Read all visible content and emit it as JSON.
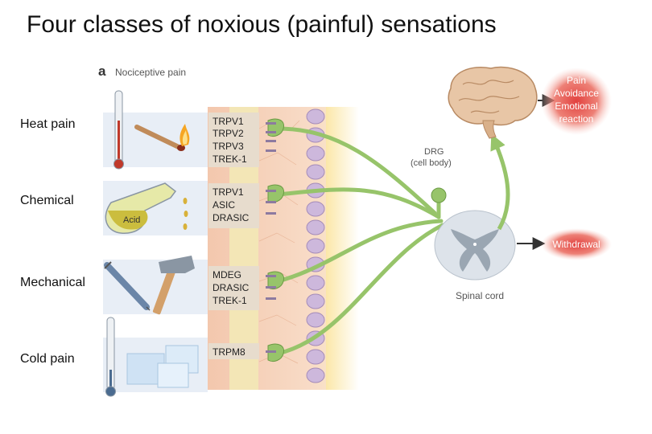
{
  "title": "Four classes of noxious (painful) sensations",
  "panel": {
    "letter": "a",
    "heading": "Nociceptive pain"
  },
  "classes": [
    {
      "label": "Heat pain",
      "receptors": [
        "TRPV1",
        "TRPV2",
        "TRPV3",
        "TREK-1"
      ]
    },
    {
      "label": "Chemical",
      "receptors": [
        "TRPV1",
        "ASIC",
        "DRASIC"
      ]
    },
    {
      "label": "Mechanical",
      "receptors": [
        "MDEG",
        "DRASIC",
        "TREK-1"
      ]
    },
    {
      "label": "Cold pain",
      "receptors": [
        "TRPM8"
      ]
    }
  ],
  "flask_label": "Acid",
  "drg_label": [
    "DRG",
    "(cell body)"
  ],
  "spinal_cord_label": "Spinal cord",
  "brain_outcome": [
    "Pain",
    "Avoidance",
    "Emotional",
    "reaction"
  ],
  "withdrawal_label": "Withdrawal",
  "colors": {
    "nerve": "#97c46a",
    "receptor_box": "#e7dccd",
    "skin_band": "#f6d5bf",
    "membrane_cells": "#c9b4d8",
    "outcome_glow": "#e2413f",
    "stimulus_band": "#e8eef6"
  }
}
